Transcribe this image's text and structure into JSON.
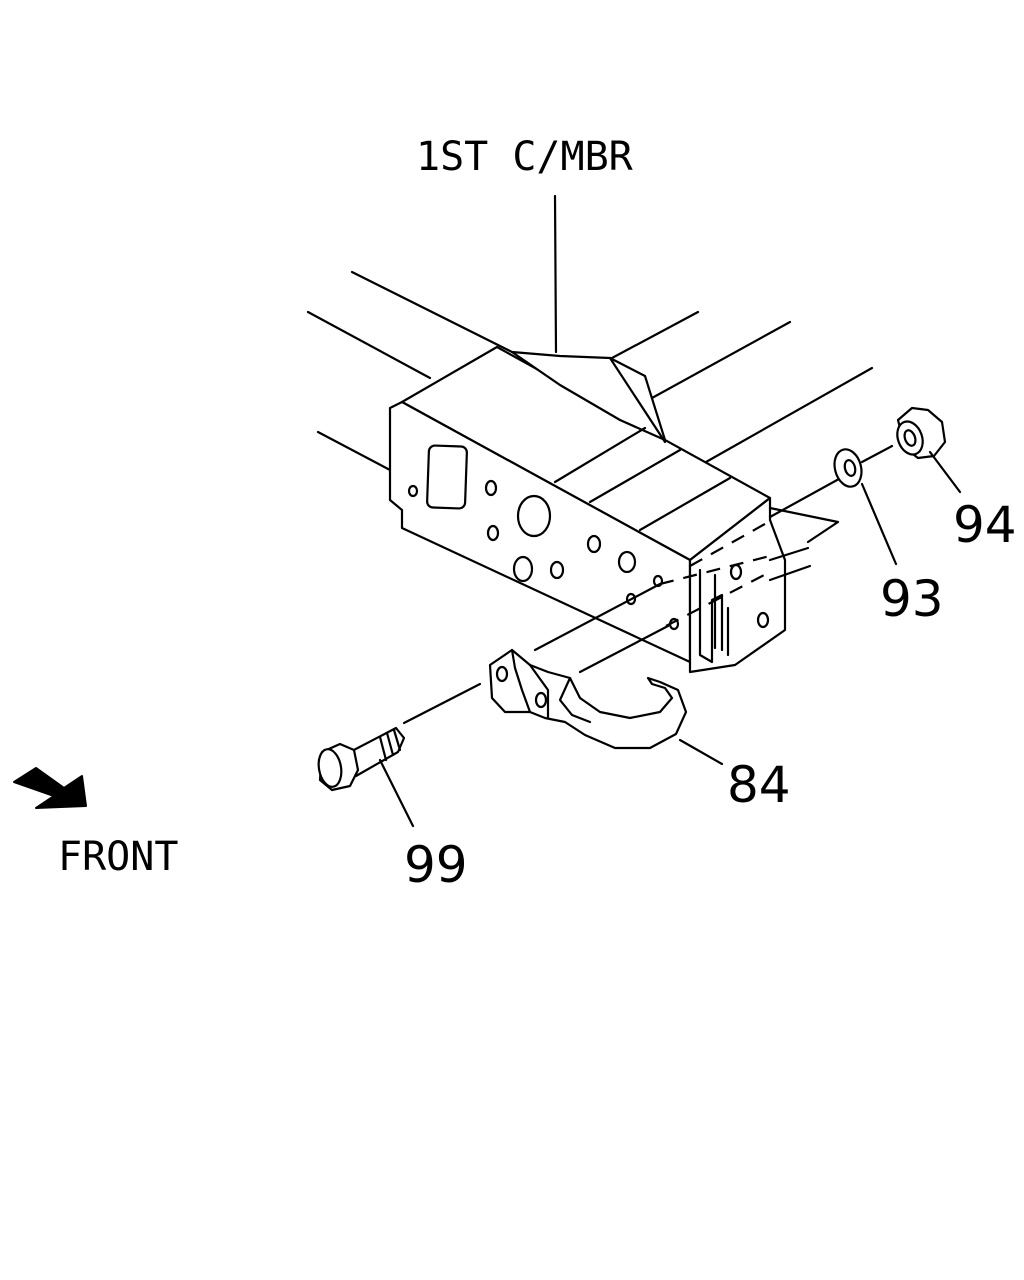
{
  "diagram": {
    "assembly_label": "1ST C/MBR",
    "direction_label": "FRONT",
    "callouts": [
      {
        "id": "84",
        "part": "tow-hook"
      },
      {
        "id": "93",
        "part": "washer"
      },
      {
        "id": "94",
        "part": "nut"
      },
      {
        "id": "99",
        "part": "bolt"
      }
    ],
    "colors": {
      "line": "#000000",
      "background": "#ffffff"
    },
    "icons": {
      "direction": "front-arrow-icon"
    }
  }
}
